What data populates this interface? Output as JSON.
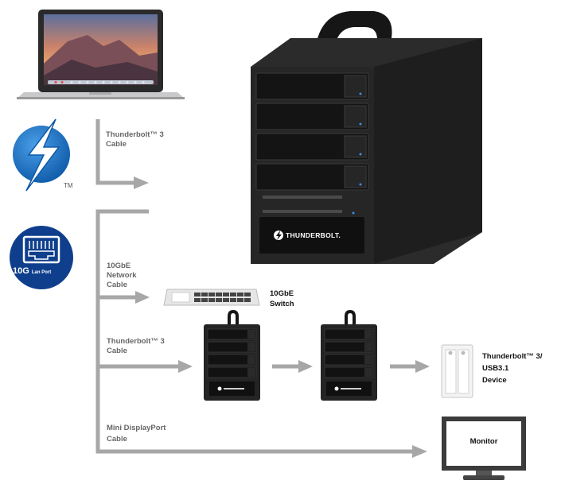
{
  "thunderbolt_cable": {
    "line1": "Thunderbolt™ 3",
    "line2": "Cable"
  },
  "network_cable": {
    "line1": "10GbE",
    "line2": "Network",
    "line3": "Cable"
  },
  "switch_label": {
    "line1": "10GbE",
    "line2": "Switch"
  },
  "daisy_cable": {
    "line1": "Thunderbolt™ 3",
    "line2": "Cable"
  },
  "device_label": {
    "line1": "Thunderbolt™ 3/",
    "line2": "USB3.1",
    "line3": "Device"
  },
  "mdp_cable": {
    "line1": "Mini DisplayPort",
    "line2": "Cable"
  },
  "monitor_label": "Monitor",
  "tm_mark": "TM",
  "lan_badge_text": "10G",
  "lan_badge_subtext": "Lan Port",
  "brand_text": "THUNDERBOLT.",
  "colors": {
    "connector": "#a7a7a7",
    "tb_blue": "#1a74c4",
    "lan_navy": "#0f3f8c",
    "enclosure": "#1c1c1c"
  }
}
